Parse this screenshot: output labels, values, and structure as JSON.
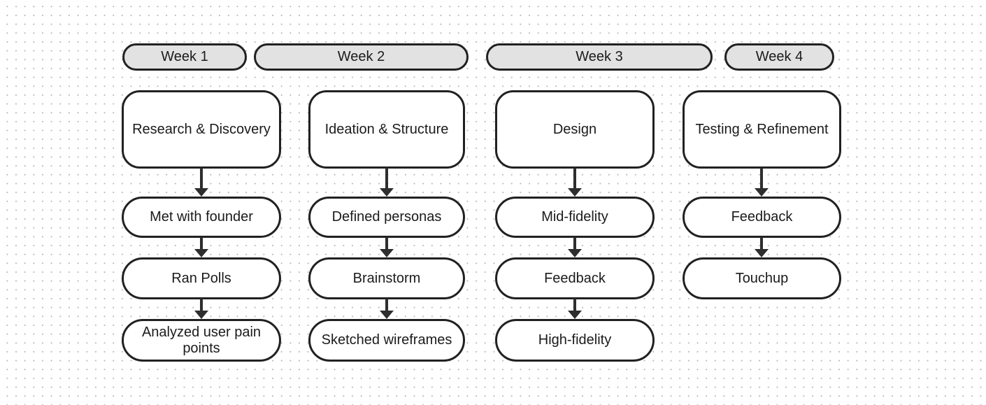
{
  "canvas": {
    "background_color": "#ffffff",
    "dot_color": "#b5b5b5",
    "node_border_color": "#212121",
    "node_fill_color": "#ffffff",
    "week_fill_color": "#e2e2e2",
    "arrow_color": "#2e2e2e",
    "text_color": "#1b1b1b"
  },
  "weeks": [
    {
      "label": "Week 1"
    },
    {
      "label": "Week 2"
    },
    {
      "label": "Week 3"
    },
    {
      "label": "Week 4"
    }
  ],
  "columns": [
    {
      "week": "Week 1",
      "phase": "Research & Discovery",
      "tasks": [
        "Met with founder",
        "Ran Polls",
        "Analyzed user pain points"
      ]
    },
    {
      "week": "Week 2",
      "phase": "Ideation & Structure",
      "tasks": [
        "Defined personas",
        "Brainstorm",
        "Sketched wireframes"
      ]
    },
    {
      "week": "Week 3",
      "phase": "Design",
      "tasks": [
        "Mid-fidelity",
        "Feedback",
        "High-fidelity"
      ]
    },
    {
      "week": "Week 4",
      "phase": "Testing & Refinement",
      "tasks": [
        "Feedback",
        "Touchup"
      ]
    }
  ]
}
